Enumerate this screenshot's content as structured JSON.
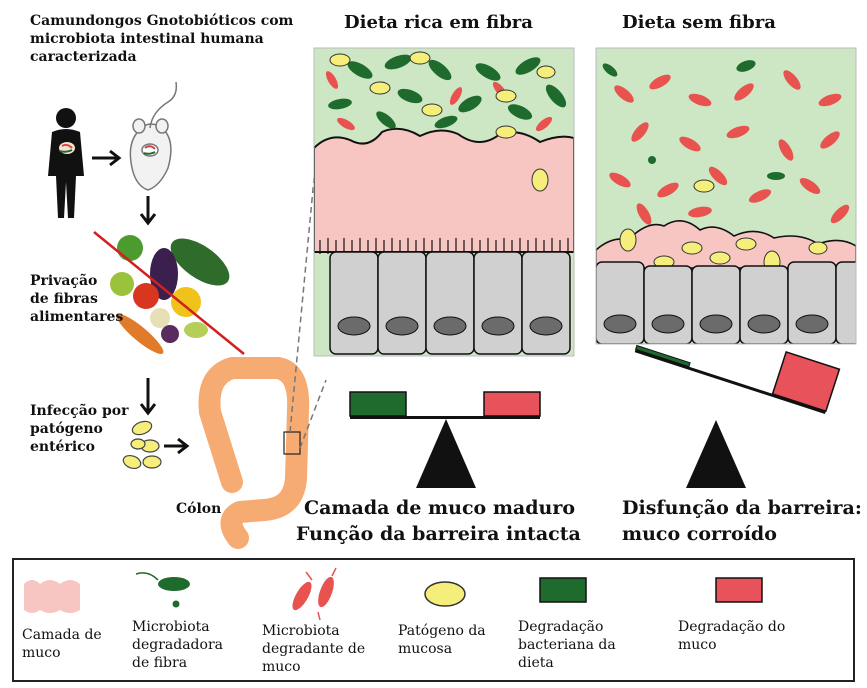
{
  "left": {
    "mice_title": "Camundongos Gnotobióticos com microbiota intestinal humana caracterizada",
    "fiber_deprivation": "Privação de fibras alimentares",
    "infection": "Infecção por patógeno entérico",
    "colon": "Cólon"
  },
  "panels": {
    "fiber_rich": {
      "title": "Dieta rica em fibra",
      "caption_line1": "Camada de muco maduro",
      "caption_line2": "Função da barreira intacta"
    },
    "no_fiber": {
      "title": "Dieta sem fibra",
      "caption_line1": "Disfunção da barreira:",
      "caption_line2": "muco corroído"
    }
  },
  "legend": {
    "items": [
      {
        "label": "Camada de muco",
        "icon": "mucus-layer-icon",
        "color": "#f7c6c3"
      },
      {
        "label": "Microbiota degradadora de fibra",
        "icon": "fiber-degrading-bacteria-icon",
        "color": "#1f6b2e"
      },
      {
        "label": "Microbiota degradante de muco",
        "icon": "mucus-degrading-bacteria-icon",
        "color": "#e8524f"
      },
      {
        "label": "Patógeno da mucosa",
        "icon": "pathogen-icon",
        "color": "#f5ee7a"
      },
      {
        "label": "Degradação bacteriana da dieta",
        "icon": "green-box-icon",
        "color": "#1f6b2e"
      },
      {
        "label": "Degradação do muco",
        "icon": "red-box-icon",
        "color": "#e8525a"
      }
    ]
  },
  "colors": {
    "lumen": "#cde7c4",
    "mucus": "#f7c6c3",
    "cell": "#d0d0d0",
    "nucleus": "#6b6b6b",
    "green": "#1f6b2e",
    "red": "#e8525a",
    "yellow": "#f5ee7a",
    "colon": "#f6ab72"
  }
}
